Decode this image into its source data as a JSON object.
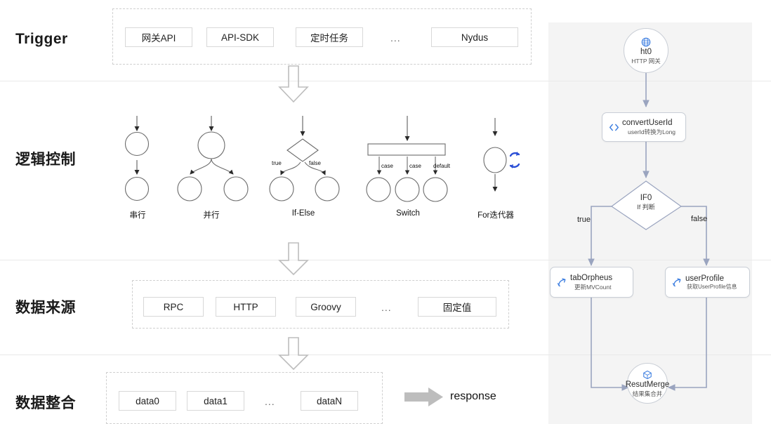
{
  "sections": [
    {
      "id": "trigger",
      "label": "Trigger"
    },
    {
      "id": "logic",
      "label": "逻辑控制"
    },
    {
      "id": "source",
      "label": "数据来源"
    },
    {
      "id": "merge",
      "label": "数据整合"
    }
  ],
  "trigger": {
    "items": [
      "网关API",
      "API-SDK",
      "定时任务",
      "Nydus"
    ],
    "ellipsis": "..."
  },
  "logic": {
    "patterns": [
      {
        "name": "serial",
        "caption": "串行"
      },
      {
        "name": "parallel",
        "caption": "并行"
      },
      {
        "name": "if-else",
        "caption": "If-Else",
        "edges": [
          "true",
          "false"
        ]
      },
      {
        "name": "switch",
        "caption": "Switch",
        "edges": [
          "case",
          "case",
          "default"
        ]
      },
      {
        "name": "for",
        "caption": "For迭代器"
      }
    ]
  },
  "source": {
    "items": [
      "RPC",
      "HTTP",
      "Groovy",
      "固定值"
    ],
    "ellipsis": "..."
  },
  "merge": {
    "items": [
      "data0",
      "data1",
      "dataN"
    ],
    "ellipsis": "...",
    "output_label": "response"
  },
  "flow": {
    "nodes": [
      {
        "id": "ht0",
        "shape": "circle",
        "icon": "http-globe-icon",
        "title": "ht0",
        "subtitle": "HTTP 网关"
      },
      {
        "id": "convert",
        "shape": "rect",
        "icon": "code-icon",
        "title": "convertUserId",
        "subtitle": "userId转换为Long"
      },
      {
        "id": "if0",
        "shape": "diamond",
        "icon": "",
        "title": "IF0",
        "subtitle": "If 判断"
      },
      {
        "id": "tabOrpheus",
        "shape": "rect",
        "icon": "rpc-arrow-icon",
        "title": "tabOrpheus",
        "subtitle": "更新MVCount"
      },
      {
        "id": "userProfile",
        "shape": "rect",
        "icon": "rpc-arrow-icon",
        "title": "userProfile",
        "subtitle": "获取UserProfile信息"
      },
      {
        "id": "resutMerge",
        "shape": "circle",
        "icon": "cube-icon",
        "title": "ResutMerge",
        "subtitle": "结果集合并"
      }
    ],
    "edge_labels": {
      "true": "true",
      "false": "false"
    }
  },
  "colors": {
    "accent": "#3b7de0",
    "edge": "#9aa4bf",
    "panel_bg": "#f4f4f4",
    "separator": "#e9e9e9",
    "chip_border": "#d8d8d8",
    "dashed_border": "#cfcfcf",
    "arrow_gray": "#bdbdbd"
  }
}
